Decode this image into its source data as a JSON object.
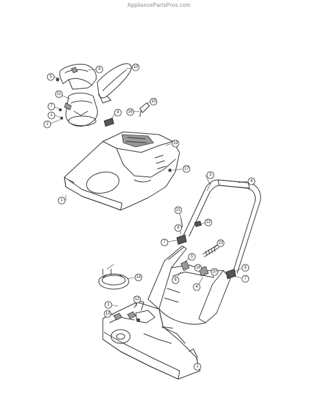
{
  "watermark": "AppliancePartsPros.com",
  "callouts": [
    {
      "id": "c-5a",
      "label": "5"
    },
    {
      "id": "c-9",
      "label": "9"
    },
    {
      "id": "c-10",
      "label": "10"
    },
    {
      "id": "c-11",
      "label": "11"
    },
    {
      "id": "c-7a",
      "label": "7"
    },
    {
      "id": "c-1a",
      "label": "1"
    },
    {
      "id": "c-2",
      "label": "2"
    },
    {
      "id": "c-8a",
      "label": "8"
    },
    {
      "id": "c-16",
      "label": "16"
    },
    {
      "id": "c-15",
      "label": "15"
    },
    {
      "id": "c-19",
      "label": "19"
    },
    {
      "id": "c-17",
      "label": "17"
    },
    {
      "id": "c-1b",
      "label": "1"
    },
    {
      "id": "c-3",
      "label": "3"
    },
    {
      "id": "c-4a",
      "label": "4"
    },
    {
      "id": "c-21",
      "label": "21"
    },
    {
      "id": "c-22",
      "label": "22"
    },
    {
      "id": "c-6a",
      "label": "6"
    },
    {
      "id": "c-7b",
      "label": "7"
    },
    {
      "id": "c-23",
      "label": "23"
    },
    {
      "id": "c-5b",
      "label": "5"
    },
    {
      "id": "c-18",
      "label": "18"
    },
    {
      "id": "c-20",
      "label": "20"
    },
    {
      "id": "c-8b",
      "label": "8"
    },
    {
      "id": "c-7c",
      "label": "7"
    },
    {
      "id": "c-6b",
      "label": "6"
    },
    {
      "id": "c-4b",
      "label": "4"
    },
    {
      "id": "c-14",
      "label": "14"
    },
    {
      "id": "c-1c",
      "label": "1"
    },
    {
      "id": "c-12",
      "label": "12"
    },
    {
      "id": "c-13",
      "label": "13"
    },
    {
      "id": "c-1d",
      "label": "1"
    }
  ]
}
